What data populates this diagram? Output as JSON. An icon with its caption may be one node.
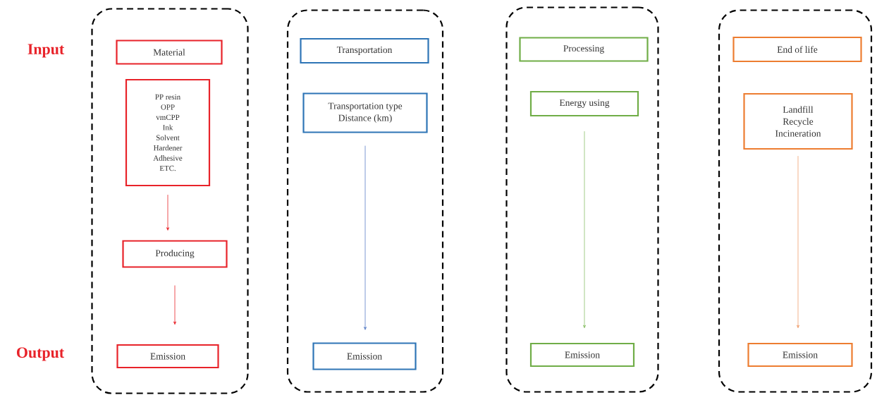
{
  "diagram": {
    "nodes": [
      {
        "text": [],
        "shape": "box"
      },
      {
        "text": [
          "Material"
        ],
        "in": 0
      },
      {
        "text": [
          "PP resin",
          "OPP",
          "vmCPP",
          "Ink",
          "Solvent",
          "Hardener",
          "Adhesive",
          "ETC."
        ],
        "in": 0
      },
      {
        "text": [
          "Producing"
        ],
        "in": 0
      },
      {
        "text": [
          "Emission"
        ],
        "in": 0
      },
      {
        "text": [],
        "shape": "box"
      },
      {
        "text": [
          "Transportation"
        ],
        "in": 5
      },
      {
        "text": [
          "Transportation type",
          "Distance (km)"
        ],
        "in": 5
      },
      {
        "text": [
          "Emission"
        ],
        "in": 5
      },
      {
        "text": [],
        "shape": "box"
      },
      {
        "text": [
          "Processing"
        ],
        "in": 9
      },
      {
        "text": [
          "Energy using"
        ],
        "in": 9
      },
      {
        "text": [
          "Emission"
        ],
        "in": 9
      },
      {
        "text": [],
        "shape": "box"
      },
      {
        "text": [
          "End of life"
        ],
        "in": 13
      },
      {
        "text": [
          "Landfill",
          "Recycle",
          "Incineration"
        ],
        "in": 13
      },
      {
        "text": [
          "Emission"
        ],
        "in": 13
      }
    ],
    "edges": [
      {
        "from": 2,
        "to": 3,
        "arrow": "to",
        "color": "#e8232a"
      },
      {
        "from": 3,
        "to": 4,
        "arrow": "to",
        "color": "#e8232a"
      },
      {
        "from": 7,
        "to": 8,
        "arrow": "to",
        "color": "#5b7fc7"
      },
      {
        "from": 11,
        "to": 12,
        "arrow": "to",
        "color": "#8cc06a"
      },
      {
        "from": 15,
        "to": 16,
        "arrow": "to",
        "color": "#f0a070"
      }
    ],
    "labels": [
      "Input",
      "Output"
    ]
  }
}
